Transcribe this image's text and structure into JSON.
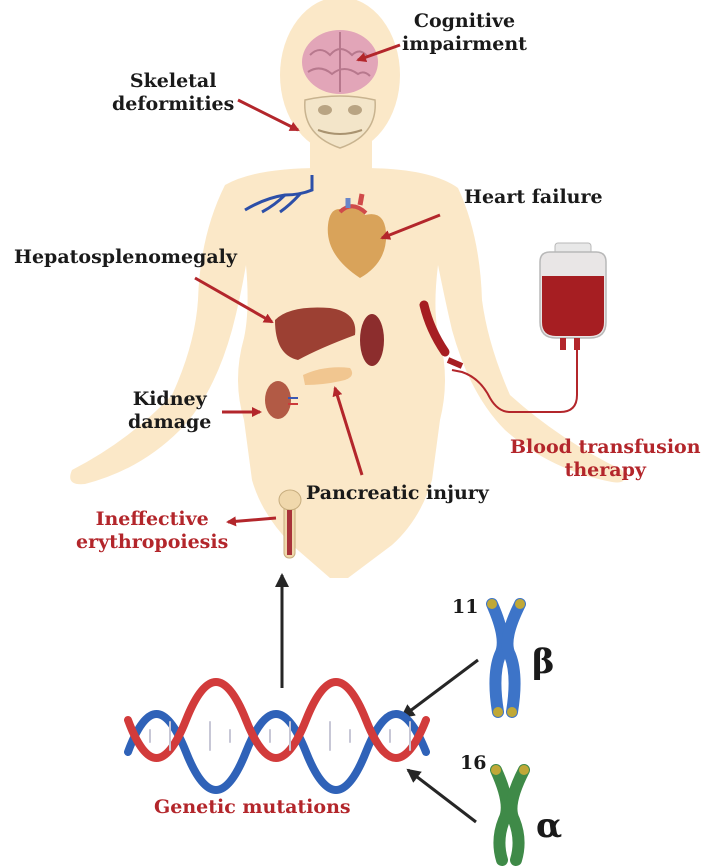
{
  "labels": {
    "cognitive": [
      "Cognitive",
      "impairment"
    ],
    "skeletal": [
      "Skeletal",
      "deformities"
    ],
    "heart": "Heart failure",
    "hepato": "Hepatosplenomegaly",
    "kidney": [
      "Kidney",
      "damage"
    ],
    "pancreatic": "Pancreatic injury",
    "ineffective": [
      "Ineffective",
      "erythropoiesis"
    ],
    "transfusion": [
      "Blood transfusion",
      "therapy"
    ],
    "genetic": "Genetic mutations"
  },
  "chromosomes": {
    "beta": {
      "number": "11",
      "symbol": "β"
    },
    "alpha": {
      "number": "16",
      "symbol": "α"
    }
  },
  "colors": {
    "skin": "#fbe8c8",
    "arrow_red": "#b3262b",
    "arrow_dark": "#262626",
    "label_red": "#b3262b",
    "dna_red": "#d23b3b",
    "dna_blue": "#2f62b8",
    "chrom_blue": "#3d74c8",
    "chrom_green": "#3f8a48",
    "blood": "#a61e22"
  }
}
